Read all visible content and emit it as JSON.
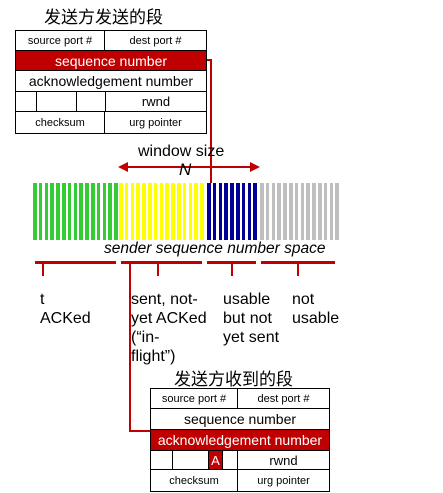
{
  "top_segment": {
    "title": "发送方发送的段",
    "source_port": "source port #",
    "dest_port": "dest port #",
    "sequence_number": "sequence number",
    "acknowledgement_number": "acknowledgement number",
    "rwnd": "rwnd",
    "checksum": "checksum",
    "urg_pointer": "urg pointer"
  },
  "window": {
    "label": "window size",
    "symbol": "N"
  },
  "sequence_space_label": "sender sequence number space",
  "categories": {
    "acked": "t\nACKed",
    "in_flight": "sent, not-\nyet ACKed\n(“in-\nflight”)",
    "usable": "usable\nbut not\nyet sent",
    "not_usable": "not\nusable"
  },
  "bottom_segment": {
    "title": "发送方收到的段",
    "source_port": "source port #",
    "dest_port": "dest port #",
    "sequence_number": "sequence number",
    "acknowledgement_number": "acknowledgement number",
    "ack_flag": "A",
    "rwnd": "rwnd",
    "checksum": "checksum",
    "urg_pointer": "urg pointer"
  },
  "colors": {
    "acked": "#33cc33",
    "in_flight": "#ffff00",
    "usable": "#000099",
    "not_usable": "#bfbfbf",
    "highlight": "#c00000"
  }
}
